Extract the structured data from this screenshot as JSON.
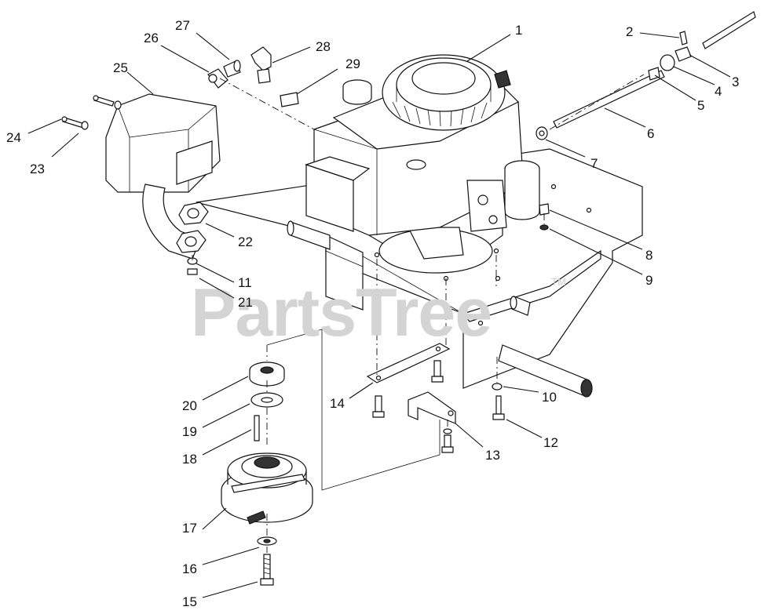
{
  "watermark": {
    "text": "PartsTree",
    "tm": "TM"
  },
  "callouts": [
    {
      "id": "callout-1",
      "text": "1"
    },
    {
      "id": "callout-2",
      "text": "2"
    },
    {
      "id": "callout-3",
      "text": "3"
    },
    {
      "id": "callout-4",
      "text": "4"
    },
    {
      "id": "callout-5",
      "text": "5"
    },
    {
      "id": "callout-6",
      "text": "6"
    },
    {
      "id": "callout-7",
      "text": "7"
    },
    {
      "id": "callout-8",
      "text": "8"
    },
    {
      "id": "callout-9",
      "text": "9"
    },
    {
      "id": "callout-10",
      "text": "10"
    },
    {
      "id": "callout-11",
      "text": "11"
    },
    {
      "id": "callout-12",
      "text": "12"
    },
    {
      "id": "callout-13",
      "text": "13"
    },
    {
      "id": "callout-14",
      "text": "14"
    },
    {
      "id": "callout-15",
      "text": "15"
    },
    {
      "id": "callout-16",
      "text": "16"
    },
    {
      "id": "callout-17",
      "text": "17"
    },
    {
      "id": "callout-18",
      "text": "18"
    },
    {
      "id": "callout-19",
      "text": "19"
    },
    {
      "id": "callout-20",
      "text": "20"
    },
    {
      "id": "callout-21",
      "text": "21"
    },
    {
      "id": "callout-22",
      "text": "22"
    },
    {
      "id": "callout-23",
      "text": "23"
    },
    {
      "id": "callout-24",
      "text": "24"
    },
    {
      "id": "callout-25",
      "text": "25"
    },
    {
      "id": "callout-26",
      "text": "26"
    },
    {
      "id": "callout-27",
      "text": "27"
    },
    {
      "id": "callout-28",
      "text": "28"
    },
    {
      "id": "callout-29",
      "text": "29"
    }
  ]
}
